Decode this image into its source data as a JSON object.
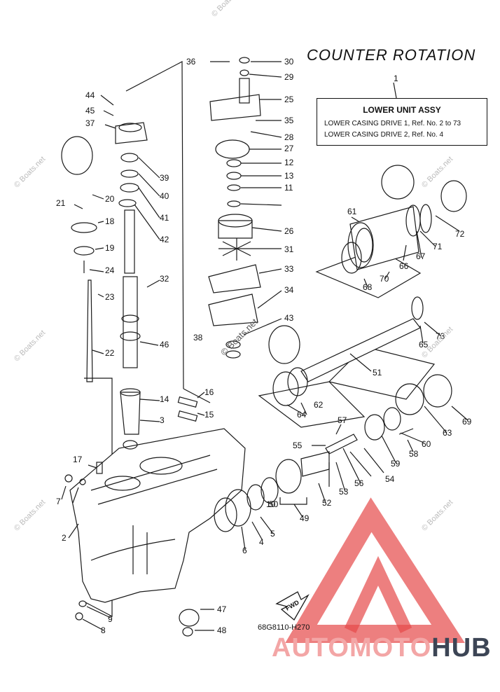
{
  "title": "COUNTER ROTATION",
  "ref_box": {
    "number": "1",
    "heading": "LOWER UNIT ASSY",
    "line1": "LOWER CASING DRIVE 1, Ref. No. 2 to 73",
    "line2": "LOWER CASING DRIVE 2, Ref. No. 4"
  },
  "drawing_code": "68G8110-H270",
  "fwd_label": "FWD",
  "watermark_text": "© Boats.net",
  "brand": {
    "part1": "AUTOMOTO",
    "part2": "HUB"
  },
  "colors": {
    "line": "#1a1a1a",
    "brand_light": "#f3a6a6",
    "brand_dark": "#3c4555",
    "watermark": "#bbbbbb",
    "logo_red": "#e54848"
  },
  "part_numbers": [
    "1",
    "2",
    "3",
    "4",
    "5",
    "6",
    "7",
    "8",
    "9",
    "10",
    "11",
    "12",
    "13",
    "14",
    "15",
    "16",
    "17",
    "18",
    "19",
    "20",
    "21",
    "22",
    "23",
    "24",
    "25",
    "26",
    "27",
    "28",
    "29",
    "30",
    "31",
    "32",
    "33",
    "34",
    "35",
    "36",
    "37",
    "38",
    "39",
    "40",
    "41",
    "42",
    "43",
    "44",
    "45",
    "46",
    "47",
    "48",
    "49",
    "50",
    "51",
    "52",
    "53",
    "54",
    "55",
    "56",
    "57",
    "58",
    "59",
    "60",
    "61",
    "62",
    "63",
    "64",
    "65",
    "66",
    "67",
    "68",
    "69",
    "70",
    "71",
    "72",
    "73"
  ]
}
